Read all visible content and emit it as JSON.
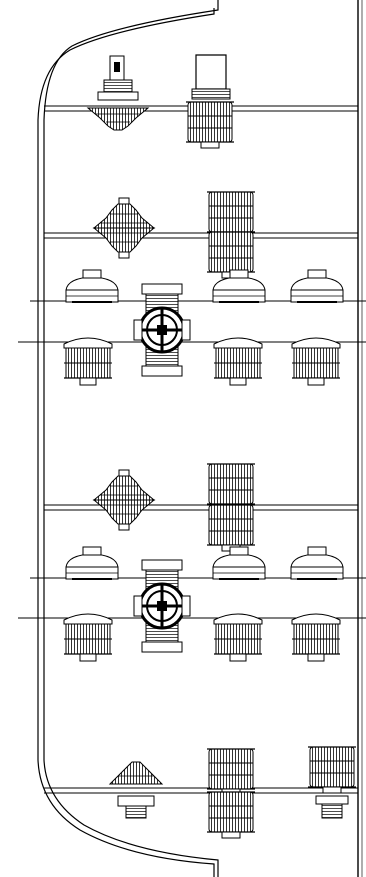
{
  "drawing": {
    "type": "technical line drawing",
    "colors": {
      "line": "#000000",
      "background": "#ffffff",
      "secondary_line": "#333333"
    },
    "rows": [
      {
        "name": "top-row",
        "items": [
          "nozzle-with-stem-fitting",
          "cylindrical-strainer-with-box-fitting"
        ]
      },
      {
        "name": "row-2",
        "items": [
          "double-cone-distributor",
          "stacked-cylindrical-strainer"
        ]
      },
      {
        "name": "row-3",
        "items": [
          "dome-strainer",
          "cross-valve-assembly",
          "dome-strainer",
          "dome-strainer",
          "cylindrical-strainer",
          "cylindrical-strainer",
          "cylindrical-strainer"
        ]
      },
      {
        "name": "row-4",
        "items": [
          "double-cone-distributor",
          "stacked-cylindrical-strainer"
        ]
      },
      {
        "name": "row-5",
        "items": [
          "dome-strainer",
          "cross-valve-assembly",
          "dome-strainer",
          "dome-strainer",
          "cylindrical-strainer",
          "cylindrical-strainer",
          "cylindrical-strainer"
        ]
      },
      {
        "name": "bottom-row",
        "items": [
          "cone-nozzle-with-threaded-base",
          "stacked-cylindrical-strainer",
          "cylindrical-strainer-with-threaded-base"
        ]
      }
    ]
  }
}
